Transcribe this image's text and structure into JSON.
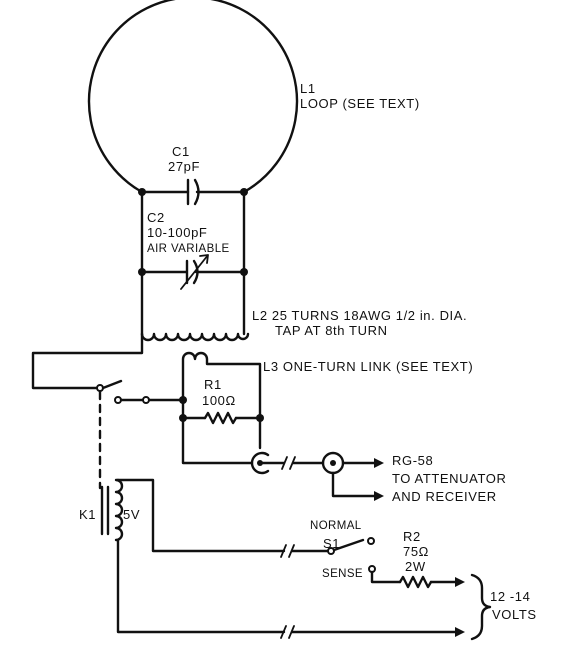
{
  "components": {
    "l1": {
      "ref": "L1",
      "note": "LOOP (SEE TEXT)"
    },
    "c1": {
      "ref": "C1",
      "value": "27pF"
    },
    "c2": {
      "ref": "C2",
      "value": "10-100pF",
      "note": "AIR VARIABLE"
    },
    "l2": {
      "line1": "L2 25 TURNS 18AWG 1/2 in. DIA.",
      "line2": "TAP AT 8th TURN"
    },
    "l3": {
      "note": "L3 ONE-TURN LINK (SEE TEXT)"
    },
    "r1": {
      "ref": "R1",
      "value": "100Ω"
    },
    "k1": {
      "ref": "K1",
      "value": "5V"
    },
    "s1": {
      "title": "NORMAL",
      "ref": "S1",
      "position": "SENSE"
    },
    "r2": {
      "ref": "R2",
      "value": "75Ω",
      "rating": "2W"
    }
  },
  "connections": {
    "rf_out": {
      "line1": "RG-58",
      "line2": "TO ATTENUATOR",
      "line3": "AND RECEIVER"
    },
    "supply": {
      "line1": "12 -14",
      "line2": "VOLTS"
    }
  }
}
